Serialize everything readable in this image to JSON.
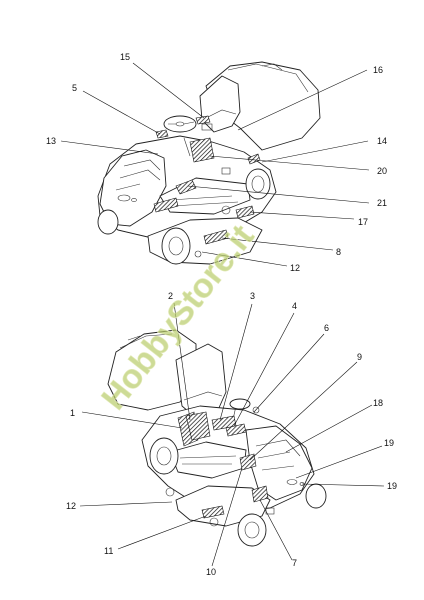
{
  "watermark": "HobbyStore.it",
  "top_view": {
    "callouts": [
      {
        "id": "15",
        "label": "15"
      },
      {
        "id": "16",
        "label": "16"
      },
      {
        "id": "5",
        "label": "5"
      },
      {
        "id": "13",
        "label": "13"
      },
      {
        "id": "14",
        "label": "14"
      },
      {
        "id": "20",
        "label": "20"
      },
      {
        "id": "21",
        "label": "21"
      },
      {
        "id": "17",
        "label": "17"
      },
      {
        "id": "8",
        "label": "8"
      },
      {
        "id": "12",
        "label": "12"
      }
    ]
  },
  "bottom_view": {
    "callouts": [
      {
        "id": "2",
        "label": "2"
      },
      {
        "id": "3",
        "label": "3"
      },
      {
        "id": "4",
        "label": "4"
      },
      {
        "id": "6",
        "label": "6"
      },
      {
        "id": "9",
        "label": "9"
      },
      {
        "id": "1",
        "label": "1"
      },
      {
        "id": "18",
        "label": "18"
      },
      {
        "id": "19a",
        "label": "19"
      },
      {
        "id": "19b",
        "label": "19"
      },
      {
        "id": "12",
        "label": "12"
      },
      {
        "id": "11",
        "label": "11"
      },
      {
        "id": "10",
        "label": "10"
      },
      {
        "id": "7",
        "label": "7"
      }
    ]
  }
}
